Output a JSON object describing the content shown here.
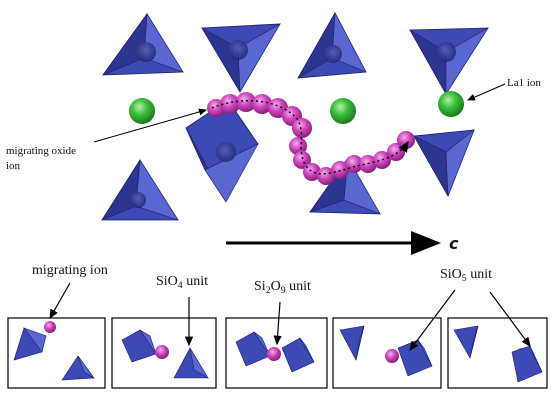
{
  "labels": {
    "la1": "La1 ion",
    "migrating_oxide_line1": "migrating oxide",
    "migrating_oxide_line2": "ion",
    "axis_c": "c",
    "migrating_ion": "migrating ion",
    "sio4_prefix": "SiO",
    "sio4_sub": "4",
    "sio4_suffix": " unit",
    "si2o9_prefix": "Si",
    "si2o9_sub1": "2",
    "si2o9_mid": "O",
    "si2o9_sub2": "9",
    "si2o9_suffix": " unit",
    "sio5_prefix": "SiO",
    "sio5_sub": "5",
    "sio5_suffix": " unit"
  },
  "colors": {
    "tetra_face_dark": "#2c3590",
    "tetra_face_mid": "#3d49b4",
    "tetra_face_light": "#5a67d0",
    "tetra_edge": "#1a1f66",
    "la_ion": "#3cbf3c",
    "oxide_ion": "#cc44bb",
    "arrow": "#000000"
  },
  "panels": [
    {
      "name": "panel-1"
    },
    {
      "name": "panel-2"
    },
    {
      "name": "panel-3"
    },
    {
      "name": "panel-4"
    },
    {
      "name": "panel-5"
    }
  ]
}
